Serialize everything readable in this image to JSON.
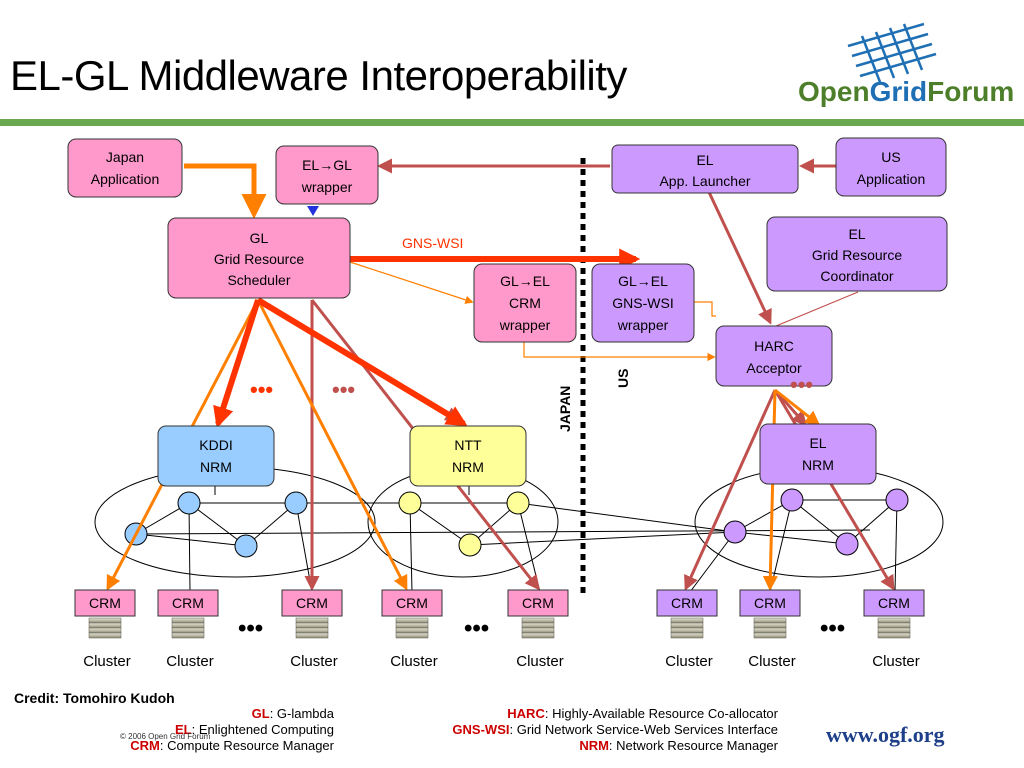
{
  "title": "EL-GL Middleware Interoperability",
  "logo": {
    "open": "Open",
    "grid": "Grid",
    "forum": "Forum",
    "url": "www.ogf.org",
    "copyright": "© 2006 Open Grid Forum"
  },
  "colors": {
    "green_bar": "#6aa84f",
    "pink": "#ff99cc",
    "lavender": "#cc99ff",
    "kddi_blue": "#99ccff",
    "ntt_yellow": "#ffff99",
    "orange": "#ff7f00",
    "red_thick": "#ff3300",
    "brown": "#c0504d"
  },
  "nodes": {
    "japan_app": [
      "Japan",
      "Application"
    ],
    "el_gl_wrapper": [
      "EL→GL",
      "wrapper"
    ],
    "gl_grs": [
      "GL",
      "Grid Resource",
      "Scheduler"
    ],
    "gl_el_crm": [
      "GL→EL",
      "CRM",
      "wrapper"
    ],
    "gl_el_gns": [
      "GL→EL",
      "GNS-WSI",
      "wrapper"
    ],
    "el_launcher": [
      "EL",
      "App. Launcher"
    ],
    "us_app": [
      "US",
      "Application"
    ],
    "el_grc": [
      "EL",
      "Grid Resource",
      "Coordinator"
    ],
    "harc": [
      "HARC",
      "Acceptor"
    ],
    "kddi_nrm": [
      "KDDI",
      "NRM"
    ],
    "ntt_nrm": [
      "NTT",
      "NRM"
    ],
    "el_nrm": [
      "EL",
      "NRM"
    ]
  },
  "gns_label": "GNS-WSI",
  "region_labels": {
    "japan": "JAPAN",
    "us": "US"
  },
  "crm_label": "CRM",
  "cluster_label": "Cluster",
  "ellipsis": "•••",
  "credit": "Credit: Tomohiro Kudoh",
  "legend_left": [
    {
      "key": "GL",
      "text": ": G-lambda"
    },
    {
      "key": "EL",
      "text": ": Enlightened  Computing"
    },
    {
      "key": "CRM",
      "text": ": Compute Resource Manager"
    }
  ],
  "legend_right": [
    {
      "key": "HARC",
      "text": ": Highly-Available Resource Co-allocator"
    },
    {
      "key": "GNS-WSI",
      "text": ": Grid Network Service-Web Services Interface"
    },
    {
      "key": "NRM",
      "text": ": Network Resource Manager"
    }
  ]
}
